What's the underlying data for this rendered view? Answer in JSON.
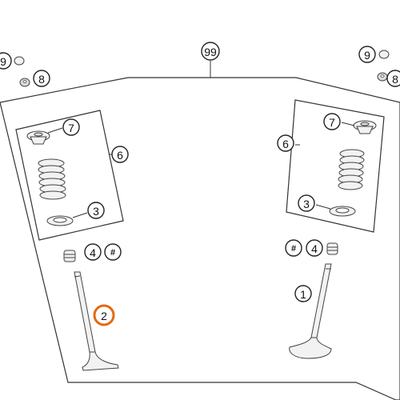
{
  "diagram": {
    "callouts": {
      "assembly": "99",
      "exhaust_valve": "2",
      "intake_valve": "1",
      "valve_spring_set_left": "6",
      "valve_spring_set_right": "6",
      "spring_retainer_left": "7",
      "spring_retainer_right": "7",
      "spring_seat_left": "3",
      "spring_seat_right": "3",
      "valve_seal_left": "4",
      "valve_seal_right": "4",
      "hash_left": "#",
      "hash_right": "#",
      "cotter_left": "8",
      "cotter_right": "8",
      "clip_left": "9",
      "clip_right": "9"
    },
    "colors": {
      "highlight": "#e06b12",
      "line": "#333333",
      "part_fill": "#f2f2f2"
    }
  }
}
